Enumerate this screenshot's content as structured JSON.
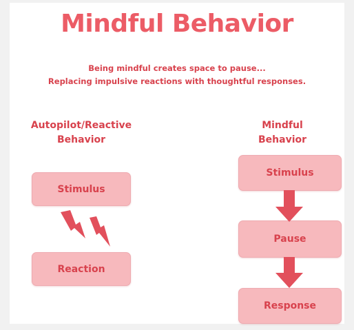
{
  "title": "Mindful Behavior",
  "subtitle_line1": "Being mindful creates space to pause...",
  "subtitle_line2": "Replacing impulsive reactions with thoughtful responses.",
  "left": {
    "heading_line1": "Autopilot/Reactive",
    "heading_line2": "Behavior",
    "box1": "Stimulus",
    "box2": "Reaction"
  },
  "right": {
    "heading_line1": "Mindful",
    "heading_line2": "Behavior",
    "box1": "Stimulus",
    "box2": "Pause",
    "box3": "Response"
  },
  "colors": {
    "accent": "#ec5c66",
    "text": "#d8424d",
    "box_fill": "#f7b9bd",
    "arrow": "#e2505c"
  },
  "icons": [
    "lightning-bolt-icon",
    "down-arrow-icon"
  ]
}
